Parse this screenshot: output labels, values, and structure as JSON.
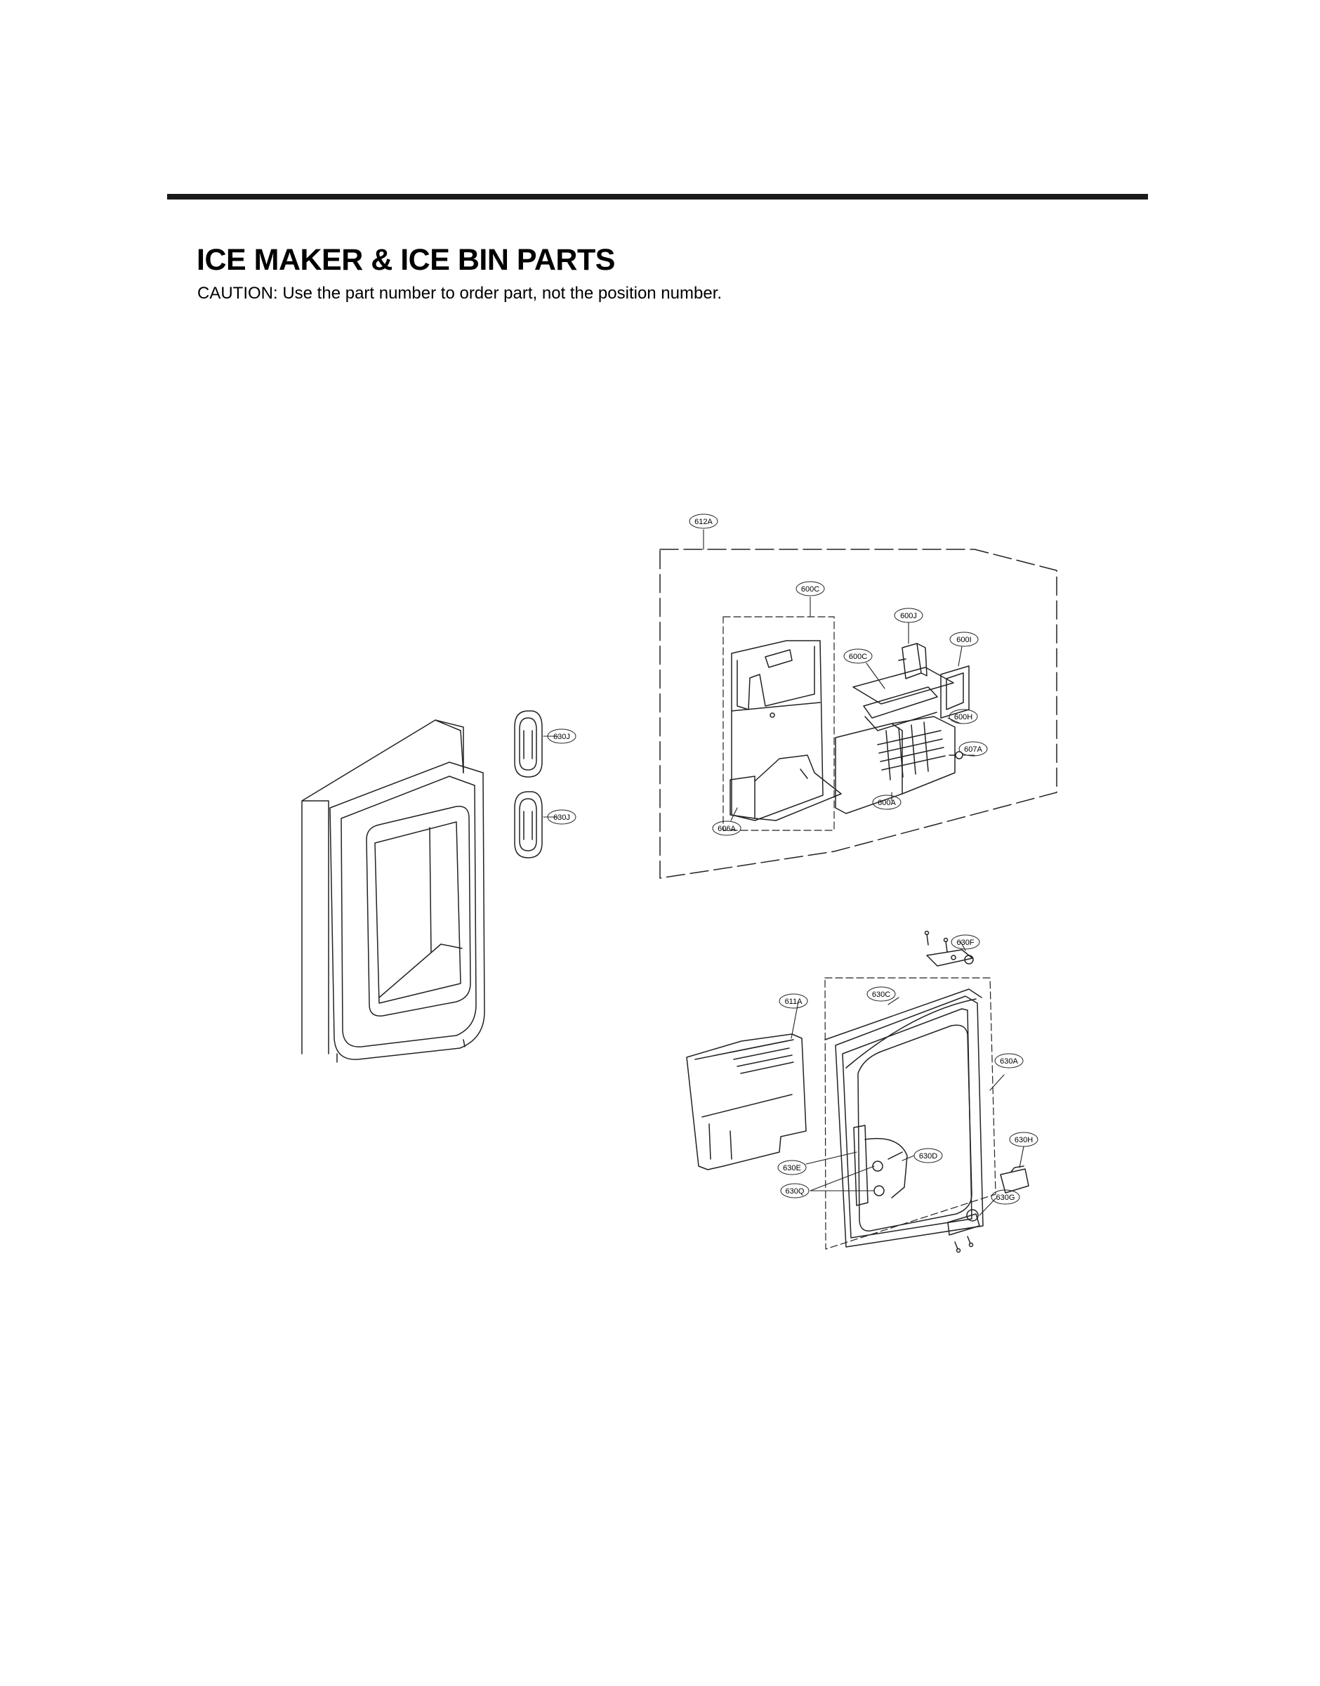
{
  "header": {
    "title": "ICE MAKER & ICE BIN PARTS",
    "caution": "CAUTION: Use the part number to order part, not the position number."
  },
  "callouts": {
    "c612A": "612A",
    "c600C_top": "600C",
    "c600J": "600J",
    "c600C_mid": "600C",
    "c600I": "600I",
    "c600H": "600H",
    "c607A": "607A",
    "c600A": "600A",
    "c606A": "606A",
    "c630J_top": "630J",
    "c630J_bottom": "630J",
    "c630F": "630F",
    "c611A": "611A",
    "c630C": "630C",
    "c630A": "630A",
    "c630H": "630H",
    "c630E": "630E",
    "c630D": "630D",
    "c630Q": "630Q",
    "c630G": "630G"
  }
}
